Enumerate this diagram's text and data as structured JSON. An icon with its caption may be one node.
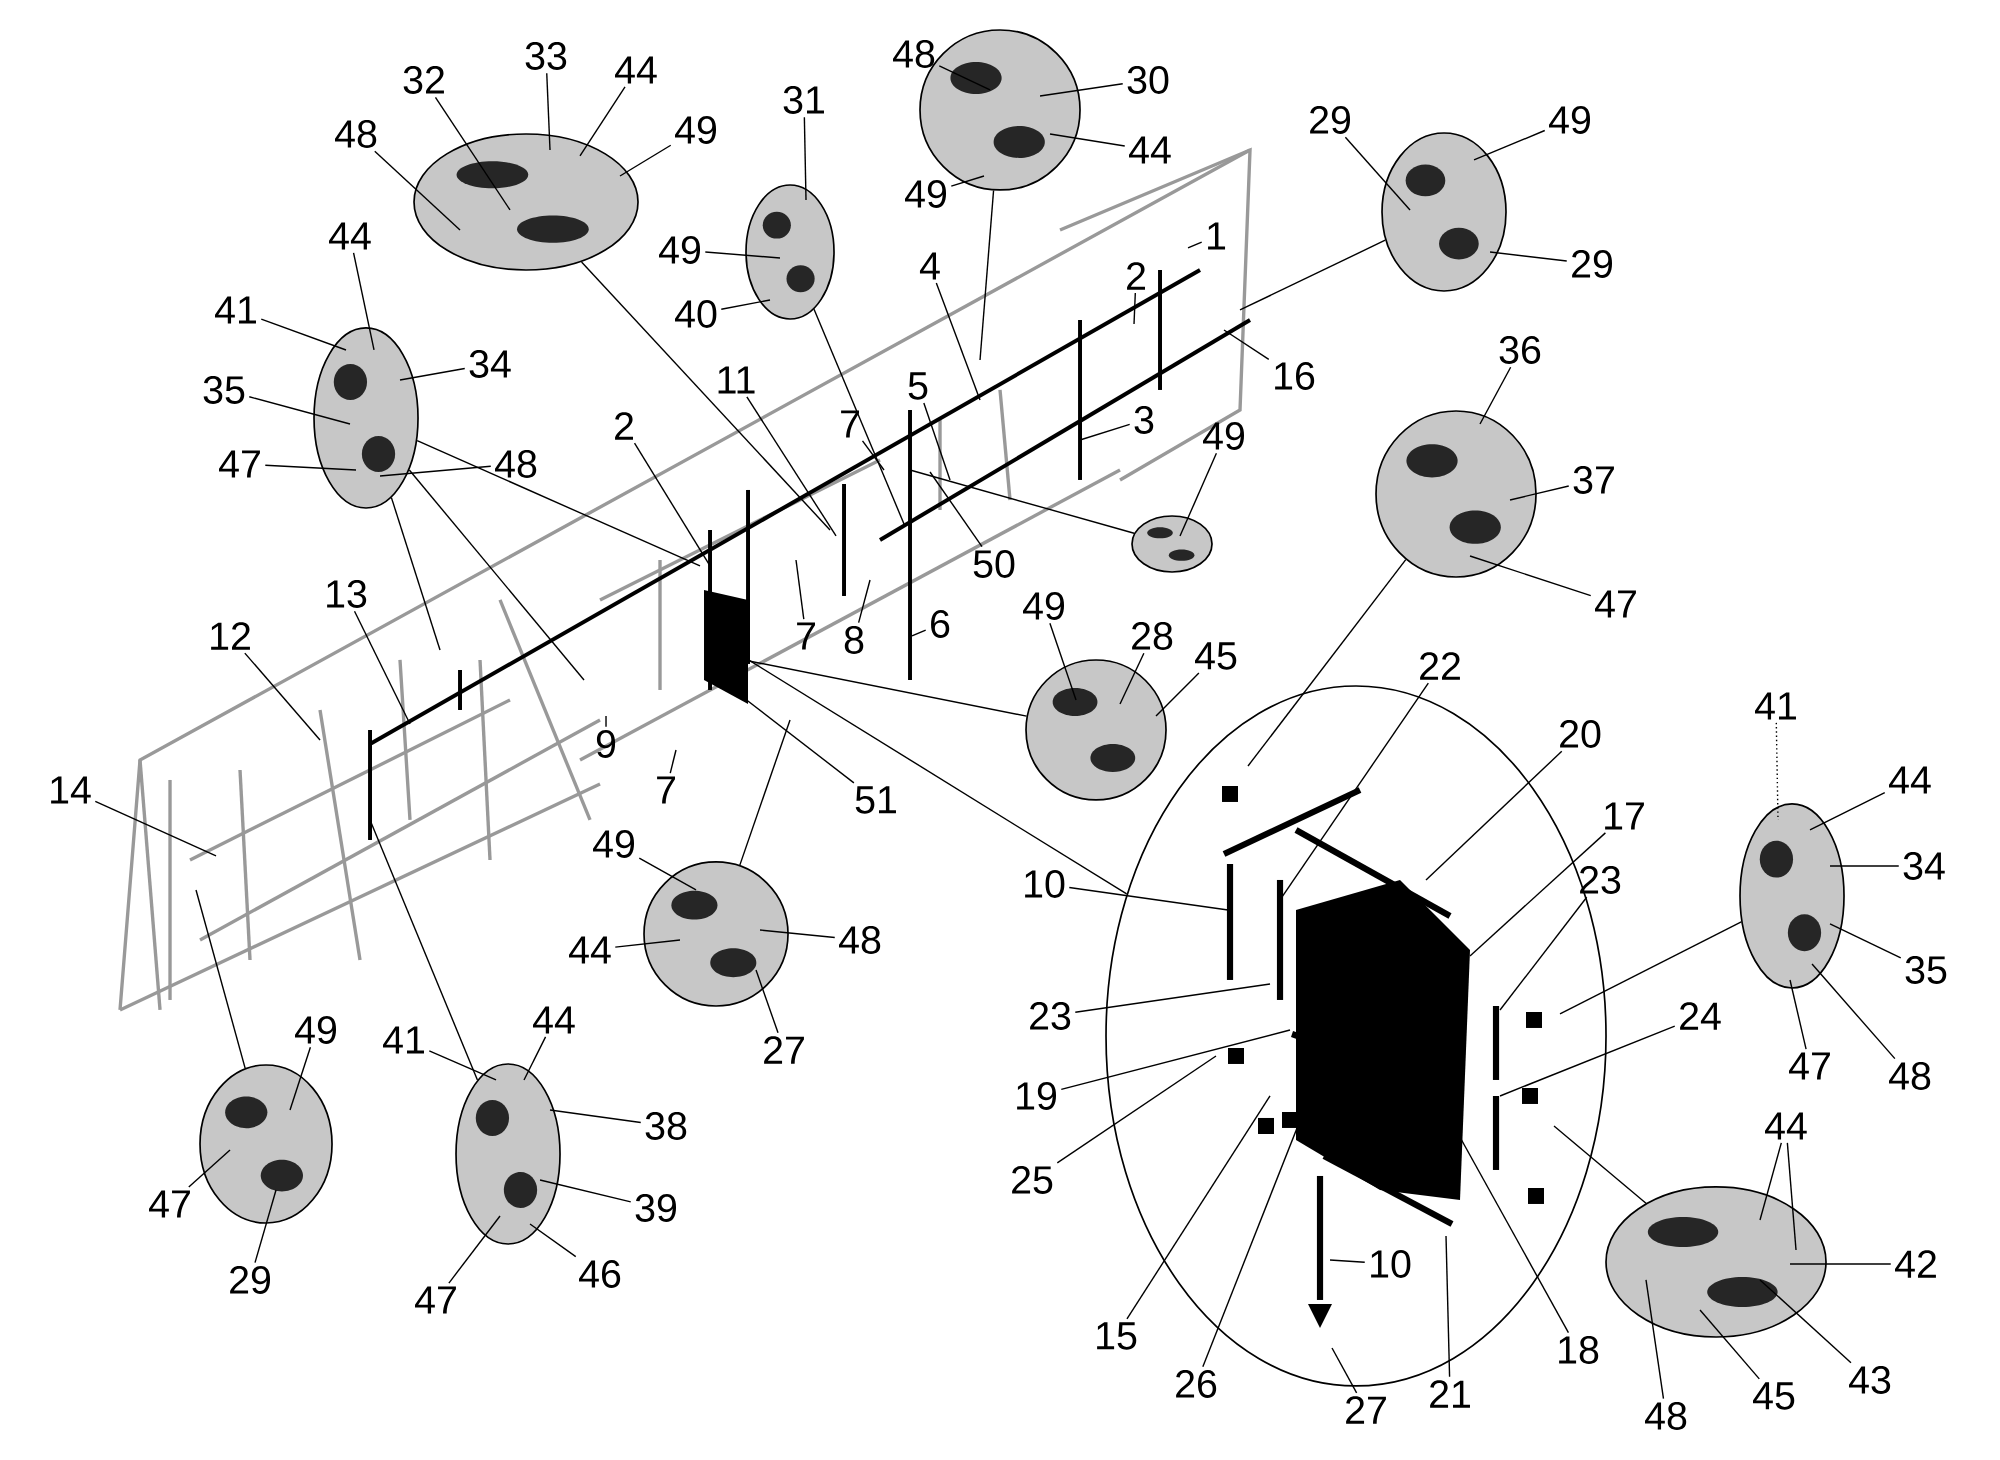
{
  "diagram": {
    "nodes": [
      {
        "text": [],
        "shape": "circle"
      },
      {
        "text": [
          "32"
        ]
      },
      {
        "text": [
          "33"
        ]
      },
      {
        "text": [
          "44"
        ]
      },
      {
        "text": [
          "48"
        ]
      },
      {
        "text": [
          "49"
        ]
      },
      {
        "text": [],
        "shape": "circle"
      },
      {
        "text": [
          "31"
        ]
      },
      {
        "text": [
          "49"
        ]
      },
      {
        "text": [
          "40"
        ]
      },
      {
        "text": [],
        "shape": "circle"
      },
      {
        "text": [
          "48"
        ]
      },
      {
        "text": [
          "30"
        ]
      },
      {
        "text": [
          "44"
        ]
      },
      {
        "text": [
          "49"
        ]
      },
      {
        "text": [],
        "shape": "circle"
      },
      {
        "text": [
          "29"
        ]
      },
      {
        "text": [
          "49"
        ]
      },
      {
        "text": [
          "29"
        ]
      },
      {
        "text": [],
        "shape": "circle"
      },
      {
        "text": [
          "44"
        ]
      },
      {
        "text": [
          "41"
        ]
      },
      {
        "text": [
          "34"
        ]
      },
      {
        "text": [
          "35"
        ]
      },
      {
        "text": [
          "47"
        ]
      },
      {
        "text": [
          "48"
        ]
      },
      {
        "text": [],
        "shape": "circle"
      },
      {
        "text": [
          "36"
        ]
      },
      {
        "text": [
          "37"
        ]
      },
      {
        "text": [
          "47"
        ]
      },
      {
        "text": [],
        "shape": "circle"
      },
      {
        "text": [
          "49"
        ]
      },
      {
        "text": [
          "4"
        ]
      },
      {
        "text": [
          "1"
        ]
      },
      {
        "text": [
          "2"
        ]
      },
      {
        "text": [
          "16"
        ]
      },
      {
        "text": [
          "3"
        ]
      },
      {
        "text": [
          "5"
        ]
      },
      {
        "text": [
          "50"
        ]
      },
      {
        "text": [
          "7"
        ]
      },
      {
        "text": [
          "11"
        ]
      },
      {
        "text": [
          "2"
        ]
      },
      {
        "text": [
          "13"
        ]
      },
      {
        "text": [
          "12"
        ]
      },
      {
        "text": [],
        "shape": "circle"
      },
      {
        "text": [
          "49"
        ]
      },
      {
        "text": [
          "28"
        ]
      },
      {
        "text": [
          "45"
        ]
      },
      {
        "text": [
          "7"
        ]
      },
      {
        "text": [
          "8"
        ]
      },
      {
        "text": [
          "6"
        ]
      },
      {
        "text": [
          "9"
        ]
      },
      {
        "text": [
          "7"
        ]
      },
      {
        "text": [
          "51"
        ]
      },
      {
        "text": [
          "14"
        ]
      },
      {
        "text": [],
        "shape": "circle"
      },
      {
        "text": [
          "49"
        ]
      },
      {
        "text": [
          "44"
        ]
      },
      {
        "text": [
          "48"
        ]
      },
      {
        "text": [
          "27"
        ]
      },
      {
        "text": [],
        "shape": "circle"
      },
      {
        "text": [
          "22"
        ]
      },
      {
        "text": [
          "20"
        ]
      },
      {
        "text": [
          "17"
        ]
      },
      {
        "text": [
          "10"
        ]
      },
      {
        "text": [
          "23"
        ]
      },
      {
        "text": [
          "23"
        ]
      },
      {
        "text": [
          "24"
        ]
      },
      {
        "text": [
          "19"
        ]
      },
      {
        "text": [
          "25"
        ]
      },
      {
        "text": [
          "15"
        ]
      },
      {
        "text": [
          "26"
        ]
      },
      {
        "text": [
          "10"
        ],
        "in": 60
      },
      {
        "text": [
          "27"
        ]
      },
      {
        "text": [
          "21"
        ]
      },
      {
        "text": [
          "18"
        ]
      },
      {
        "text": [],
        "shape": "circle"
      },
      {
        "text": [
          "41"
        ]
      },
      {
        "text": [
          "44"
        ]
      },
      {
        "text": [
          "34"
        ]
      },
      {
        "text": [
          "35"
        ]
      },
      {
        "text": [
          "47"
        ]
      },
      {
        "text": [
          "48"
        ]
      },
      {
        "text": [],
        "shape": "circle"
      },
      {
        "text": [
          "49"
        ]
      },
      {
        "text": [
          "47"
        ]
      },
      {
        "text": [
          "29"
        ]
      },
      {
        "text": [],
        "shape": "circle"
      },
      {
        "text": [
          "41"
        ]
      },
      {
        "text": [
          "44"
        ]
      },
      {
        "text": [
          "38"
        ]
      },
      {
        "text": [
          "39"
        ]
      },
      {
        "text": [
          "47"
        ]
      },
      {
        "text": [
          "46"
        ]
      },
      {
        "text": [],
        "shape": "circle"
      },
      {
        "text": [
          "44"
        ]
      },
      {
        "text": [
          "42"
        ]
      },
      {
        "text": [
          "43"
        ]
      },
      {
        "text": [
          "45"
        ]
      },
      {
        "text": [
          "48"
        ]
      },
      {
        "text": [],
        "shape": "box"
      }
    ],
    "edges": [
      {
        "from": 0,
        "to": null,
        "arrow": "none"
      },
      {
        "from": 1,
        "to": 0,
        "arrow": "none"
      },
      {
        "from": 2,
        "to": 0,
        "arrow": "none"
      },
      {
        "from": 3,
        "to": 0,
        "arrow": "none"
      },
      {
        "from": 4,
        "to": 0,
        "arrow": "none"
      },
      {
        "from": 5,
        "to": 0,
        "arrow": "none"
      },
      {
        "from": 6,
        "to": null,
        "arrow": "none"
      },
      {
        "from": 7,
        "to": 6,
        "arrow": "none"
      },
      {
        "from": 8,
        "to": 6,
        "arrow": "none"
      },
      {
        "from": 9,
        "to": 6,
        "arrow": "none"
      },
      {
        "from": 10,
        "to": null,
        "arrow": "none"
      },
      {
        "from": 11,
        "to": 10,
        "arrow": "none"
      },
      {
        "from": 12,
        "to": 10,
        "arrow": "none"
      },
      {
        "from": 13,
        "to": 10,
        "arrow": "none"
      },
      {
        "from": 14,
        "to": 10,
        "arrow": "none"
      },
      {
        "from": 15,
        "to": null,
        "arrow": "none"
      },
      {
        "from": 16,
        "to": 15,
        "arrow": "none"
      },
      {
        "from": 17,
        "to": 15,
        "arrow": "none"
      },
      {
        "from": 18,
        "to": 15,
        "arrow": "none"
      },
      {
        "from": 19,
        "to": null,
        "arrow": "none"
      },
      {
        "from": 19,
        "to": null,
        "arrow": "none"
      },
      {
        "from": 19,
        "to": null,
        "arrow": "none"
      },
      {
        "from": 20,
        "to": 19,
        "arrow": "none"
      },
      {
        "from": 21,
        "to": 19,
        "arrow": "none"
      },
      {
        "from": 22,
        "to": 19,
        "arrow": "none"
      },
      {
        "from": 23,
        "to": 19,
        "arrow": "none"
      },
      {
        "from": 24,
        "to": 19,
        "arrow": "none"
      },
      {
        "from": 25,
        "to": 19,
        "arrow": "none"
      },
      {
        "from": 26,
        "to": 60,
        "arrow": "none"
      },
      {
        "from": 27,
        "to": 26,
        "arrow": "none"
      },
      {
        "from": 28,
        "to": 26,
        "arrow": "none"
      },
      {
        "from": 29,
        "to": 26,
        "arrow": "none"
      },
      {
        "from": 30,
        "to": null,
        "arrow": "none"
      },
      {
        "from": 31,
        "to": 30,
        "arrow": "none"
      },
      {
        "from": 32,
        "to": null,
        "arrow": "none"
      },
      {
        "from": 33,
        "to": null,
        "arrow": "none"
      },
      {
        "from": 34,
        "to": null,
        "arrow": "none"
      },
      {
        "from": 35,
        "to": null,
        "arrow": "none"
      },
      {
        "from": 36,
        "to": null,
        "arrow": "none"
      },
      {
        "from": 37,
        "to": null,
        "arrow": "none"
      },
      {
        "from": 38,
        "to": null,
        "arrow": "none"
      },
      {
        "from": 39,
        "to": null,
        "arrow": "none"
      },
      {
        "from": 40,
        "to": null,
        "arrow": "none"
      },
      {
        "from": 41,
        "to": null,
        "arrow": "none"
      },
      {
        "from": 42,
        "to": null,
        "arrow": "none"
      },
      {
        "from": 43,
        "to": null,
        "arrow": "none"
      },
      {
        "from": 44,
        "to": 100,
        "arrow": "none"
      },
      {
        "from": 45,
        "to": 44,
        "arrow": "none"
      },
      {
        "from": 46,
        "to": 44,
        "arrow": "none"
      },
      {
        "from": 47,
        "to": 44,
        "arrow": "none"
      },
      {
        "from": 48,
        "to": null,
        "arrow": "none"
      },
      {
        "from": 49,
        "to": null,
        "arrow": "none"
      },
      {
        "from": 50,
        "to": null,
        "arrow": "none"
      },
      {
        "from": 51,
        "to": null,
        "arrow": "none"
      },
      {
        "from": 52,
        "to": null,
        "arrow": "none"
      },
      {
        "from": 53,
        "to": 100,
        "arrow": "none"
      },
      {
        "from": 54,
        "to": null,
        "arrow": "none"
      },
      {
        "from": 55,
        "to": null,
        "arrow": "none"
      },
      {
        "from": 56,
        "to": 55,
        "arrow": "none"
      },
      {
        "from": 57,
        "to": 55,
        "arrow": "none"
      },
      {
        "from": 58,
        "to": 55,
        "arrow": "none"
      },
      {
        "from": 59,
        "to": 55,
        "arrow": "none"
      },
      {
        "from": 60,
        "to": 100,
        "arrow": "none"
      },
      {
        "from": 61,
        "to": 60,
        "arrow": "none"
      },
      {
        "from": 62,
        "to": 60,
        "arrow": "none"
      },
      {
        "from": 63,
        "to": 60,
        "arrow": "none"
      },
      {
        "from": 64,
        "to": 60,
        "arrow": "none"
      },
      {
        "from": 65,
        "to": 60,
        "arrow": "none"
      },
      {
        "from": 66,
        "to": 60,
        "arrow": "none"
      },
      {
        "from": 67,
        "to": 60,
        "arrow": "none"
      },
      {
        "from": 68,
        "to": 60,
        "arrow": "none"
      },
      {
        "from": 69,
        "to": 60,
        "arrow": "none"
      },
      {
        "from": 70,
        "to": 60,
        "arrow": "none"
      },
      {
        "from": 71,
        "to": 60,
        "arrow": "none"
      },
      {
        "from": 72,
        "to": 60,
        "arrow": "none"
      },
      {
        "from": 73,
        "to": 60,
        "arrow": "none"
      },
      {
        "from": 74,
        "to": 60,
        "arrow": "none"
      },
      {
        "from": 75,
        "to": 60,
        "arrow": "none"
      },
      {
        "from": 76,
        "to": 60,
        "arrow": "none"
      },
      {
        "from": 77,
        "to": 76,
        "arrow": "none",
        "style": "dashed"
      },
      {
        "from": 78,
        "to": 76,
        "arrow": "none"
      },
      {
        "from": 79,
        "to": 76,
        "arrow": "none"
      },
      {
        "from": 80,
        "to": 76,
        "arrow": "none"
      },
      {
        "from": 81,
        "to": 76,
        "arrow": "none"
      },
      {
        "from": 82,
        "to": 76,
        "arrow": "none"
      },
      {
        "from": 83,
        "to": null,
        "arrow": "none"
      },
      {
        "from": 84,
        "to": 83,
        "arrow": "none"
      },
      {
        "from": 85,
        "to": 83,
        "arrow": "none"
      },
      {
        "from": 86,
        "to": 83,
        "arrow": "none"
      },
      {
        "from": 87,
        "to": null,
        "arrow": "none"
      },
      {
        "from": 88,
        "to": 87,
        "arrow": "none"
      },
      {
        "from": 89,
        "to": 87,
        "arrow": "none"
      },
      {
        "from": 90,
        "to": 87,
        "arrow": "none"
      },
      {
        "from": 91,
        "to": 87,
        "arrow": "none"
      },
      {
        "from": 92,
        "to": 87,
        "arrow": "none"
      },
      {
        "from": 93,
        "to": 87,
        "arrow": "none"
      },
      {
        "from": 94,
        "to": 60,
        "arrow": "none"
      },
      {
        "from": 95,
        "to": 94,
        "arrow": "none"
      },
      {
        "from": 95,
        "to": 94,
        "arrow": "none"
      },
      {
        "from": 96,
        "to": 94,
        "arrow": "none"
      },
      {
        "from": 97,
        "to": 94,
        "arrow": "none"
      },
      {
        "from": 98,
        "to": 94,
        "arrow": "none"
      },
      {
        "from": 99,
        "to": 94,
        "arrow": "none"
      }
    ]
  }
}
